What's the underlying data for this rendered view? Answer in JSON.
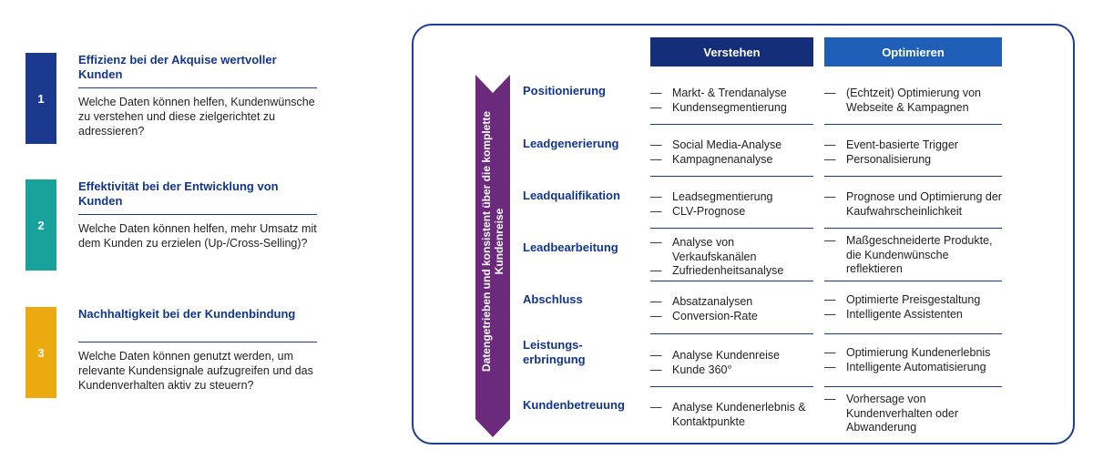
{
  "items": [
    {
      "number": "1",
      "title": "Effizienz bei der Akquise wertvoller Kunden",
      "description": "Welche Daten können helfen, Kundenwünsche zu verstehen und diese zielgerichtet zu adressieren?",
      "color": "#1c3a8d"
    },
    {
      "number": "2",
      "title": "Effektivität bei der Entwicklung von Kunden",
      "description": "Welche Daten können helfen, mehr Umsatz mit dem Kunden zu erzielen (Up-/Cross-Selling)?",
      "color": "#17a39c"
    },
    {
      "number": "3",
      "title": "Nachhaltigkeit bei der Kundenbindung",
      "description": "Welche Daten können genutzt werden, um relevante Kundensignale aufzugreifen und das Kundenverhalten aktiv zu steuern?",
      "color": "#eaaa10"
    }
  ],
  "panel": {
    "arrow_label_line1": "Datengetrieben und konsistent über die komplette",
    "arrow_label_line2": "Kundenreise",
    "arrow_color": "#6c2a7d",
    "columns": [
      {
        "label": "Verstehen",
        "color": "#142e7a"
      },
      {
        "label": "Optimieren",
        "color": "#1f5fb8"
      }
    ],
    "stages": [
      {
        "name": "Positionierung",
        "verstehen": [
          "Markt- & Trendanalyse",
          "Kundensegmentierung"
        ],
        "optimieren": [
          "(Echtzeit) Optimierung von Webseite & Kampagnen"
        ]
      },
      {
        "name": "Leadgenerierung",
        "verstehen": [
          "Social Media-Analyse",
          "Kampagnenanalyse"
        ],
        "optimieren": [
          "Event-basierte Trigger",
          "Personalisierung"
        ]
      },
      {
        "name": "Leadqualifikation",
        "verstehen": [
          "Leadsegmentierung",
          "CLV-Prognose"
        ],
        "optimieren": [
          "Prognose und Optimierung der Kaufwahrscheinlichkeit"
        ]
      },
      {
        "name": "Leadbearbeitung",
        "verstehen": [
          "Analyse von Verkaufskanälen",
          "Zufriedenheitsanalyse"
        ],
        "optimieren": [
          "Maßgeschneiderte Produkte, die Kundenwünsche reflektieren"
        ]
      },
      {
        "name": "Abschluss",
        "verstehen": [
          "Absatzanalysen",
          "Conversion-Rate"
        ],
        "optimieren": [
          "Optimierte Preisgestaltung",
          "Intelligente Assistenten"
        ]
      },
      {
        "name": "Leistungs-erbringung",
        "verstehen": [
          "Analyse Kundenreise",
          "Kunde 360°"
        ],
        "optimieren": [
          "Optimierung Kundenerlebnis",
          "Intelligente Automatisierung"
        ]
      },
      {
        "name": "Kundenbetreuung",
        "verstehen": [
          "Analyse Kundenerlebnis & Kontaktpunkte"
        ],
        "optimieren": [
          "Vorhersage von Kundenverhalten oder Abwanderung"
        ]
      }
    ]
  }
}
